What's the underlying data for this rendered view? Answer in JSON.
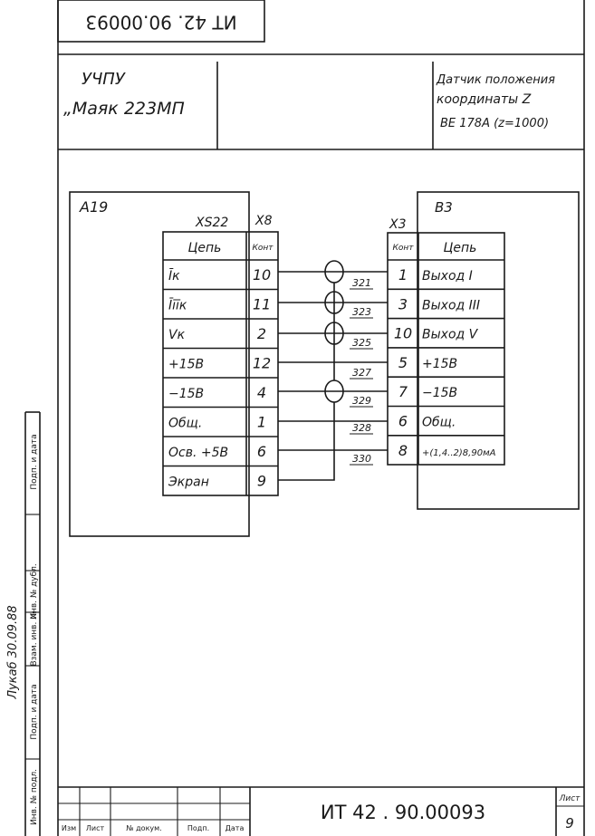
{
  "stamp_top": "ИТ 42. 90.00093",
  "header": {
    "left_line1": "УЧПУ",
    "left_line2": "„Маяк 223МП",
    "right_line1": "Датчик положения",
    "right_line2": "координаты Z",
    "right_line3": "ВЕ 178А (z=1000)"
  },
  "left_block": {
    "label": "А19",
    "connector": "XS22",
    "contacts_label": "Х8",
    "col_circuit": "Цепь",
    "col_contact": "Конт",
    "rows": [
      {
        "name": "Īк",
        "pin": "10"
      },
      {
        "name": "Īīīк",
        "pin": "11"
      },
      {
        "name": "Vк",
        "pin": "2"
      },
      {
        "name": "+15В",
        "pin": "12"
      },
      {
        "name": "−15В",
        "pin": "4"
      },
      {
        "name": "Общ.",
        "pin": "1"
      },
      {
        "name": "Осв. +5В",
        "pin": "6"
      },
      {
        "name": "Экран",
        "pin": "9"
      }
    ]
  },
  "right_block": {
    "label": "В3",
    "connector": "Х3",
    "col_contact": "Конт",
    "col_circuit": "Цепь",
    "rows": [
      {
        "pin": "1",
        "name": "Выход I"
      },
      {
        "pin": "3",
        "name": "Выход III"
      },
      {
        "pin": "10",
        "name": "Выход V"
      },
      {
        "pin": "5",
        "name": "+15В"
      },
      {
        "pin": "7",
        "name": "−15В"
      },
      {
        "pin": "6",
        "name": "Общ."
      },
      {
        "pin": "8",
        "name": "+(1,4..2)8,90мА"
      }
    ]
  },
  "wires": [
    "321",
    "323",
    "325",
    "327",
    "329",
    "328",
    "330"
  ],
  "side_labels": [
    "Инв. № подл.",
    "Подп. и дата",
    "Взам. инв. №",
    "Инв. № дубл.",
    "Подп. и дата"
  ],
  "side_handwriting": "Лукаб 30.09.88",
  "title_block": {
    "doc_number": "ИТ 42 . 90.00093",
    "sheet_label": "Лист",
    "sheet_number": "9",
    "cols": [
      "Изм",
      "Лист",
      "№ докум.",
      "Подп.",
      "Дата"
    ]
  }
}
